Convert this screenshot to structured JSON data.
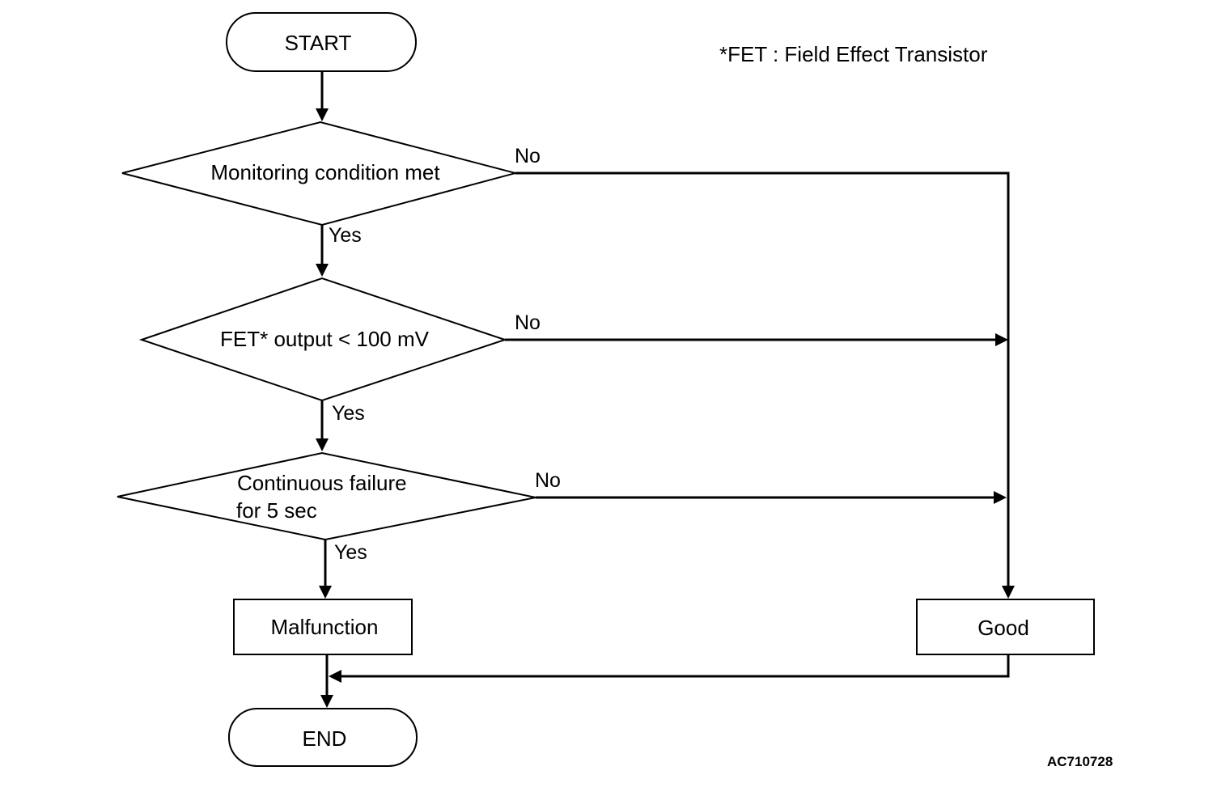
{
  "note": "*FET : Field Effect Transistor",
  "figure_code": "AC710728",
  "nodes": {
    "start": "START",
    "decision_monitoring": "Monitoring condition met",
    "decision_fet": "FET* output < 100 mV",
    "decision_continuous_line1": "Continuous failure",
    "decision_continuous_line2": "for 5 sec",
    "malfunction": "Malfunction",
    "good": "Good",
    "end": "END"
  },
  "branches": {
    "monitoring_no": "No",
    "monitoring_yes": "Yes",
    "fet_no": "No",
    "fet_yes": "Yes",
    "continuous_no": "No",
    "continuous_yes": "Yes"
  }
}
